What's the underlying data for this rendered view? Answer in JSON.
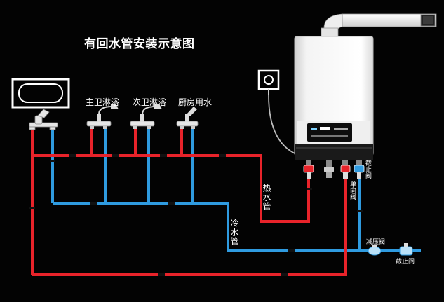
{
  "title": "有回水管安装示意图",
  "fixtures": {
    "main_bath_shower": "主卫淋浴",
    "second_bath_shower": "次卫淋浴",
    "kitchen_water": "厨房用水"
  },
  "pipes": {
    "hot_water_pipe": "热水管",
    "cold_water_pipe": "冷水管"
  },
  "valves": {
    "shutoff_valve_top": "截止阀",
    "check_valve": "单向阀",
    "pressure_reducing_valve": "减压阀",
    "shutoff_valve_bottom": "截止阀"
  },
  "colors": {
    "hot_pipe": "#e8232a",
    "cold_pipe": "#2f9be0",
    "background": "#030303",
    "line_white": "#ffffff"
  },
  "icons": [
    "bathtub-icon",
    "faucet-icon",
    "shower-head-icon",
    "pump-icon",
    "water-heater-icon",
    "flue-pipe-icon",
    "valve-icon"
  ]
}
